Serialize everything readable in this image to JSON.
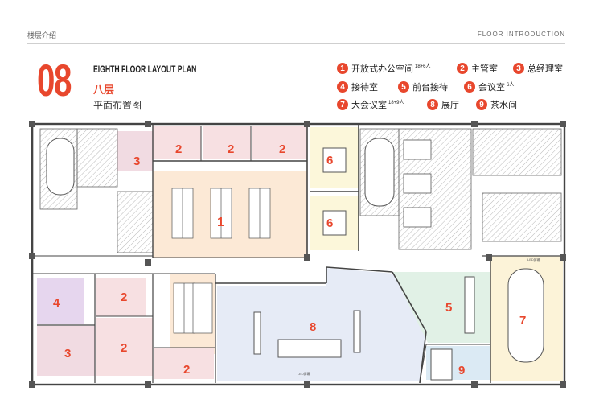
{
  "header": {
    "left": "楼层介绍",
    "right": "FLOOR INTRODUCTION"
  },
  "title": {
    "number": "08",
    "english": "EIGHTH FLOOR LAYOUT PLAN",
    "chinese": "八层",
    "subtitle": "平面布置图"
  },
  "legend": [
    {
      "num": "1",
      "label": "开放式办公空间",
      "note": "18+6人"
    },
    {
      "num": "2",
      "label": "主管室",
      "note": ""
    },
    {
      "num": "3",
      "label": "总经理室",
      "note": ""
    },
    {
      "num": "4",
      "label": "接待室",
      "note": ""
    },
    {
      "num": "5",
      "label": "前台接待",
      "note": ""
    },
    {
      "num": "6",
      "label": "会议室",
      "note": "6人"
    },
    {
      "num": "7",
      "label": "大会议室",
      "note": "18+9人"
    },
    {
      "num": "8",
      "label": "展厅",
      "note": ""
    },
    {
      "num": "9",
      "label": "茶水间",
      "note": ""
    }
  ],
  "plan": {
    "labels": [
      "1",
      "2",
      "2",
      "2",
      "3",
      "6",
      "6",
      "4",
      "2",
      "2",
      "2",
      "3",
      "8",
      "5",
      "7",
      "9"
    ],
    "led_top": "LED屏幕",
    "led_bottom": "LED屏幕",
    "colors": {
      "zone1": "#fce9d6",
      "zone2": "#f7e0e2",
      "zone3": "#f1dbe2",
      "zone4": "#e6d6ee",
      "zone6": "#fcf7da",
      "zone7": "#fcf3d8",
      "zone8": "#e6ebf6",
      "zone5": "#e1f1e6",
      "zone9": "#dbeaf4",
      "accent": "#e8472d"
    }
  }
}
